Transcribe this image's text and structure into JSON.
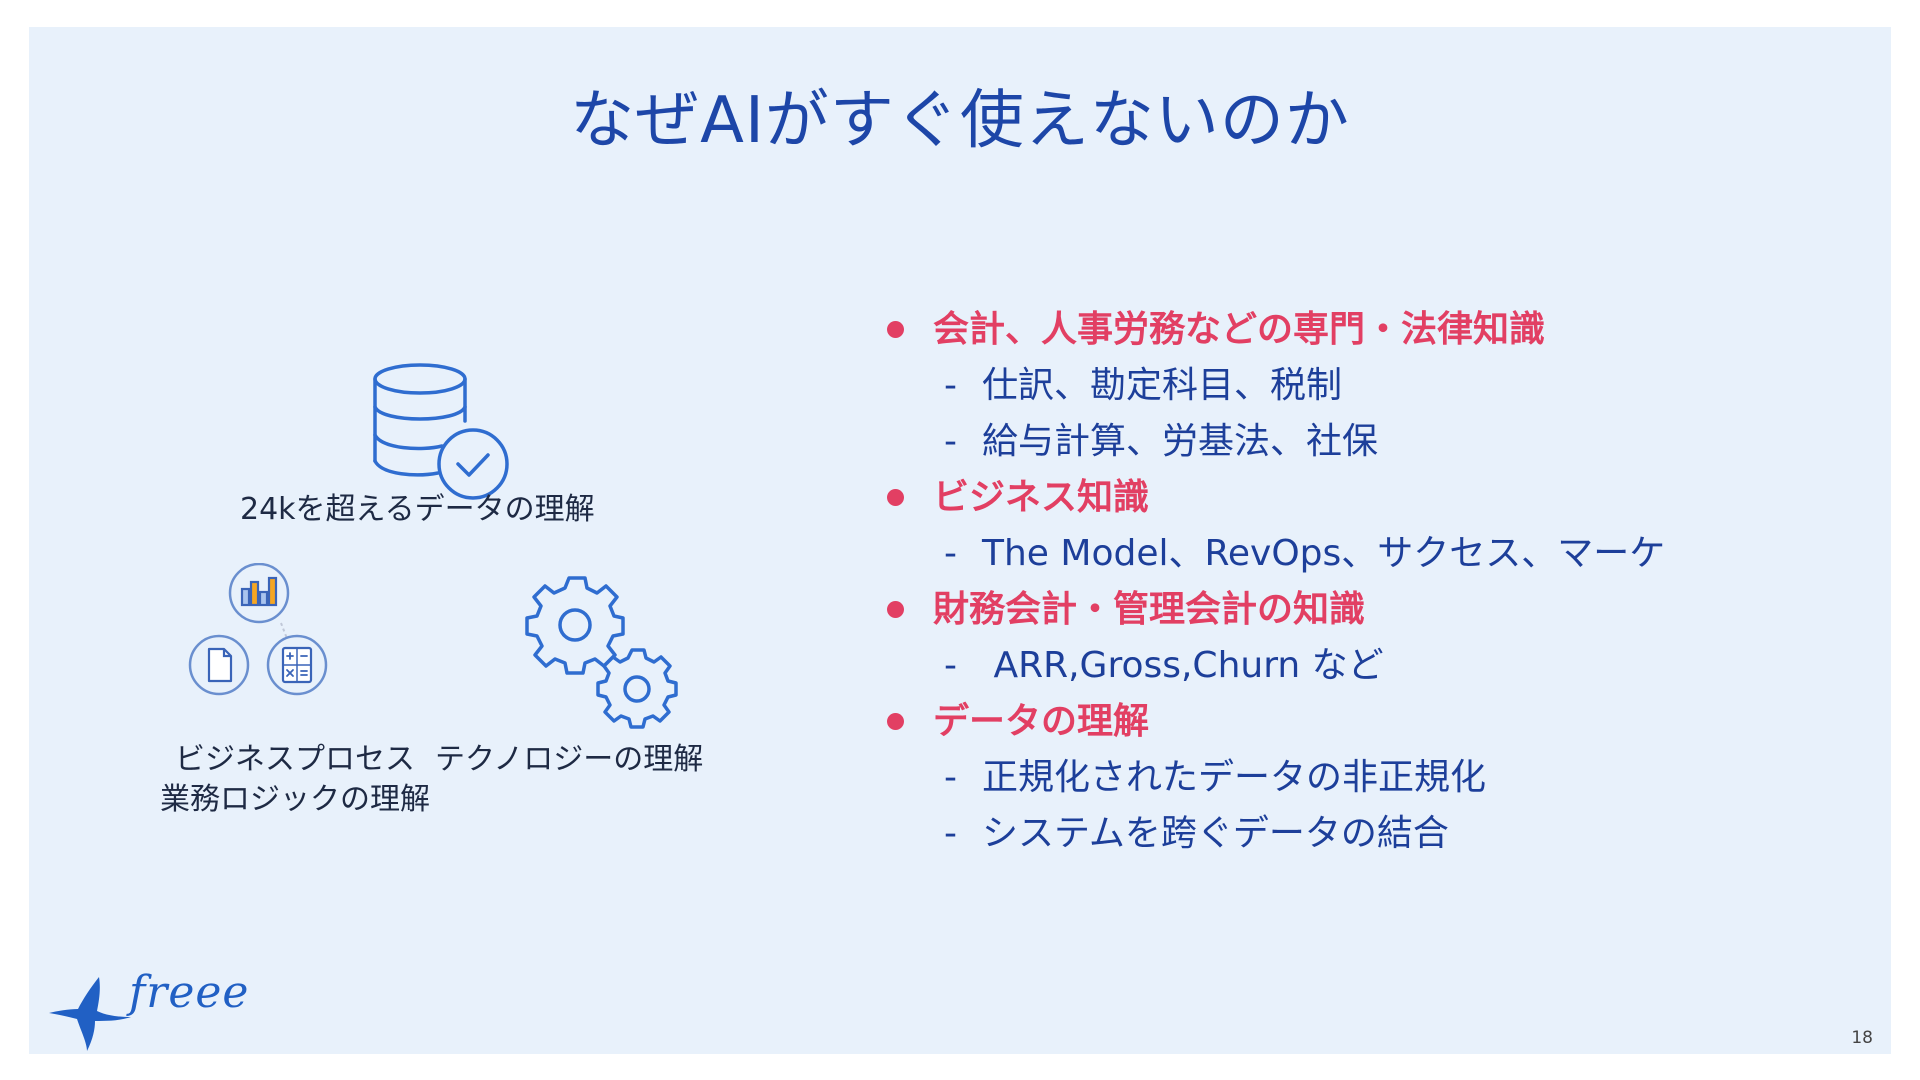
{
  "title": "なぜAIがすぐ使えないのか",
  "left": {
    "data_caption": "24kを超えるデータの理解",
    "business_caption_line1": "ビジネスプロセス",
    "business_caption_line2": "業務ロジックの理解",
    "tech_caption": "テクノロジーの理解",
    "icons": [
      "database-check-icon",
      "bar-chart-icon",
      "document-icon",
      "calculator-icon",
      "gears-icon"
    ]
  },
  "bullets": [
    {
      "label": "会計、人事労務などの専門・法律知識",
      "subs": [
        "仕訳、勘定科目、税制",
        "給与計算、労基法、社保"
      ]
    },
    {
      "label": "ビジネス知識",
      "subs": [
        "The Model、RevOps、サクセス、マーケ"
      ]
    },
    {
      "label": "財務会計・管理会計の知識",
      "subs": [
        " ARR,Gross,Churn など"
      ]
    },
    {
      "label": "データの理解",
      "subs": [
        "正規化されたデータの非正規化",
        "システムを跨ぐデータの結合"
      ]
    }
  ],
  "logo_text": "freee",
  "page_number": "18",
  "colors": {
    "title": "#1d46a8",
    "accent": "#e23f63",
    "sub": "#1d3f9a",
    "icon": "#2f6dd0",
    "background": "#e8f1fb"
  }
}
